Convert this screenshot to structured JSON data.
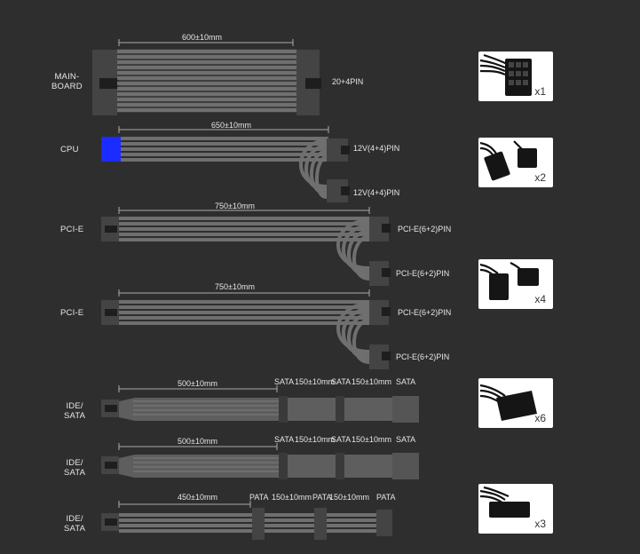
{
  "cables": [
    {
      "label_line1": "MAIN-",
      "label_line2": "BOARD",
      "length": "600±10mm",
      "end_label": "20+4PIN"
    },
    {
      "label": "CPU",
      "length": "650±10mm",
      "end_label_1": "12V(4+4)PIN",
      "end_label_2": "12V(4+4)PIN"
    },
    {
      "label": "PCI-E",
      "length": "750±10mm",
      "end_label_1": "PCI-E(6+2)PIN",
      "end_label_2": "PCI-E(6+2)PIN"
    },
    {
      "label": "PCI-E",
      "length": "750±10mm",
      "end_label_1": "PCI-E(6+2)PIN",
      "end_label_2": "PCI-E(6+2)PIN"
    },
    {
      "label_line1": "IDE/",
      "label_line2": "SATA",
      "length": "500±10mm",
      "seg1_label": "SATA",
      "seg1_length": "150±10mm",
      "seg2_label": "SATA",
      "seg2_length": "150±10mm",
      "seg3_label": "SATA"
    },
    {
      "label_line1": "IDE/",
      "label_line2": "SATA",
      "length": "500±10mm",
      "seg1_label": "SATA",
      "seg1_length": "150±10mm",
      "seg2_label": "SATA",
      "seg2_length": "150±10mm",
      "seg3_label": "SATA"
    },
    {
      "label_line1": "IDE/",
      "label_line2": "SATA",
      "length": "450±10mm",
      "seg1_label": "PATA",
      "seg1_length": "150±10mm",
      "seg2_label": "PATA",
      "seg2_length": "150±10mm",
      "seg3_label": "PATA"
    }
  ],
  "thumbnails": [
    {
      "count": "x1"
    },
    {
      "count": "x2"
    },
    {
      "count": "x4"
    },
    {
      "count": "x6"
    },
    {
      "count": "x3"
    }
  ],
  "colors": {
    "background": "#2e2e2e",
    "cable": "#6e6e6e",
    "connector": "#4a4a4a",
    "cpu_accent": "#1a2cff"
  }
}
